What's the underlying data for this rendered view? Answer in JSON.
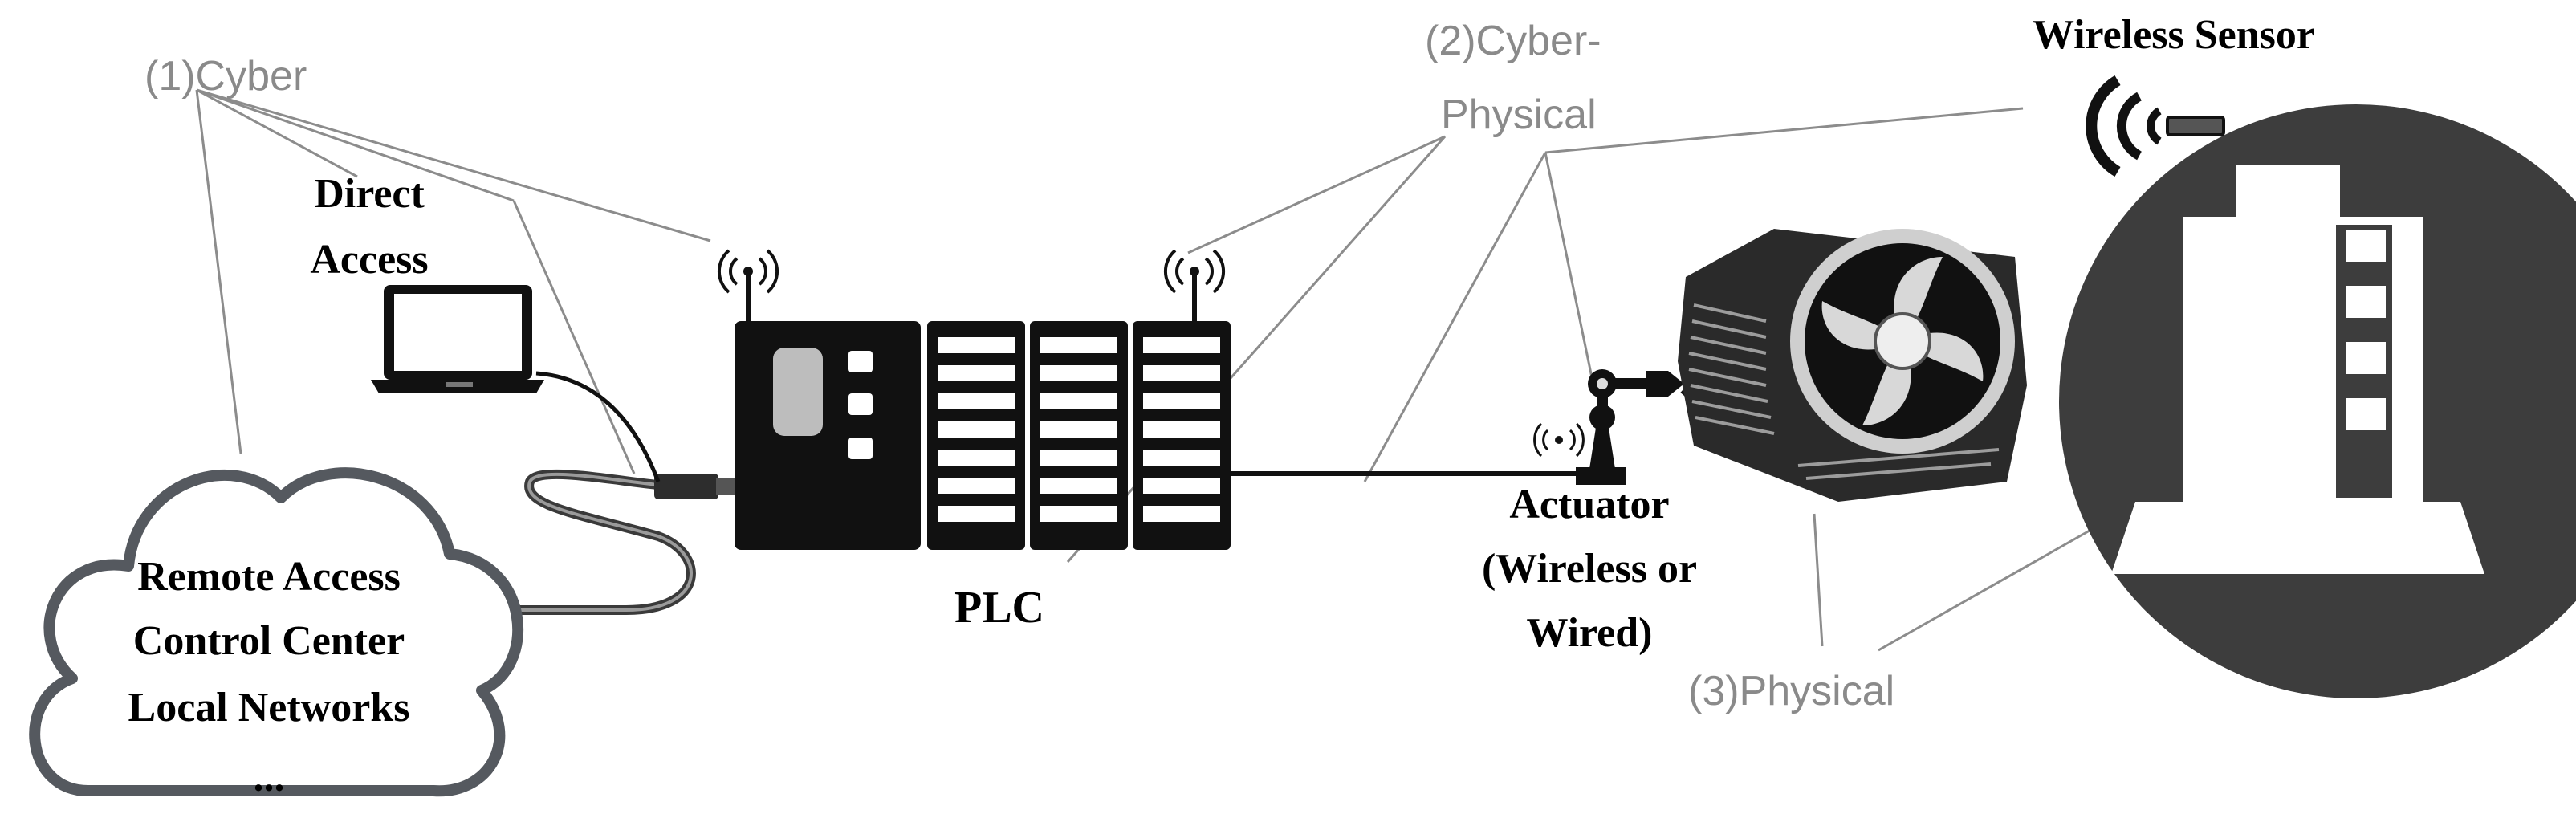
{
  "labels": {
    "cyber": "(1)Cyber",
    "cyber_physical_1": "(2)Cyber-",
    "cyber_physical_2": "Physical",
    "physical": "(3)Physical",
    "direct_access_1": "Direct",
    "direct_access_2": "Access",
    "remote_1": "Remote Access",
    "remote_2": "Control Center",
    "remote_3": "Local Networks",
    "remote_4": "...",
    "plc": "PLC",
    "actuator_1": "Actuator",
    "actuator_2": "(Wireless or",
    "actuator_3": "Wired)",
    "wireless_sensor": "Wireless Sensor"
  },
  "colors": {
    "device": "#111111",
    "leader_line": "#8c8c8c",
    "gray_label": "#8a8a8a",
    "tank_circle": "#3d3d3d",
    "cloud_outline": "#55595f"
  },
  "icons": [
    "laptop-icon",
    "cloud-icon",
    "plc-icon",
    "antenna-icon",
    "cable-icon",
    "actuator-icon",
    "motor-fan-icon",
    "wireless-sensor-icon",
    "tank-icon"
  ]
}
